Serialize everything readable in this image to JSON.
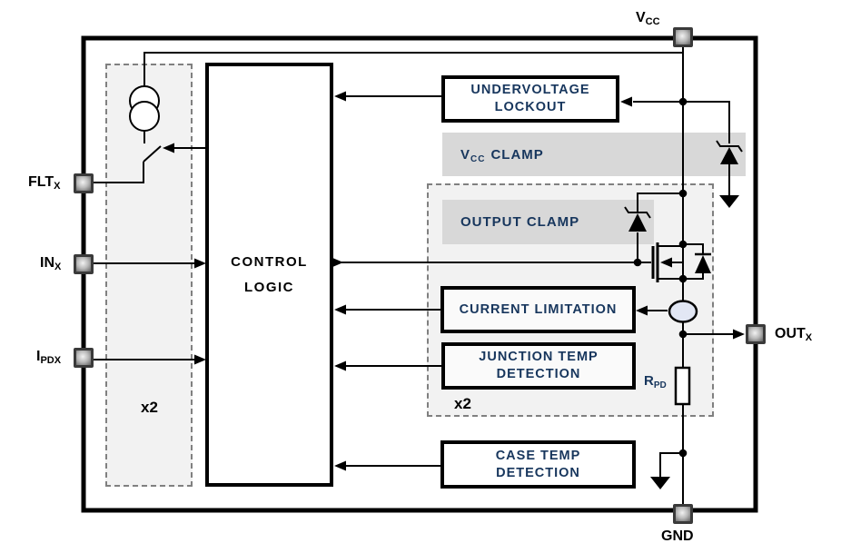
{
  "pins": {
    "vcc": {
      "name": "V",
      "sub": "CC"
    },
    "flt": {
      "name": "FLT",
      "sub": "X"
    },
    "in": {
      "name": "IN",
      "sub": "X"
    },
    "ipd": {
      "name": "I",
      "sub": "PDX"
    },
    "out": {
      "name": "OUT",
      "sub": "X"
    },
    "gnd": {
      "name": "GND",
      "sub": ""
    }
  },
  "blocks": {
    "control_logic": {
      "line1": "CONTROL",
      "line2": "LOGIC"
    },
    "undervoltage_lockout": {
      "line1": "UNDERVOLTAGE",
      "line2": "LOCKOUT"
    },
    "vcc_clamp": {
      "pre": "V",
      "sub": "CC",
      "post": "CLAMP"
    },
    "output_clamp": {
      "label": "OUTPUT CLAMP"
    },
    "current_limitation": {
      "label": "CURRENT LIMITATION"
    },
    "junction_temp_detection": {
      "line1": "JUNCTION TEMP",
      "line2": "DETECTION"
    },
    "case_temp_detection": {
      "line1": "CASE TEMP",
      "line2": "DETECTION"
    }
  },
  "annotations": {
    "left_multiplier": "x2",
    "right_multiplier": "x2",
    "pulldown_resistor": {
      "name": "R",
      "sub": "PD"
    }
  },
  "colors": {
    "block_text": "#17365d",
    "clamp_bar_fill": "#d8d8d8",
    "dashed_region_fill": "#f2f2f2",
    "dashed_border": "#808080",
    "wire": "#000000",
    "current_sensor_fill": "#e2e7f4"
  }
}
